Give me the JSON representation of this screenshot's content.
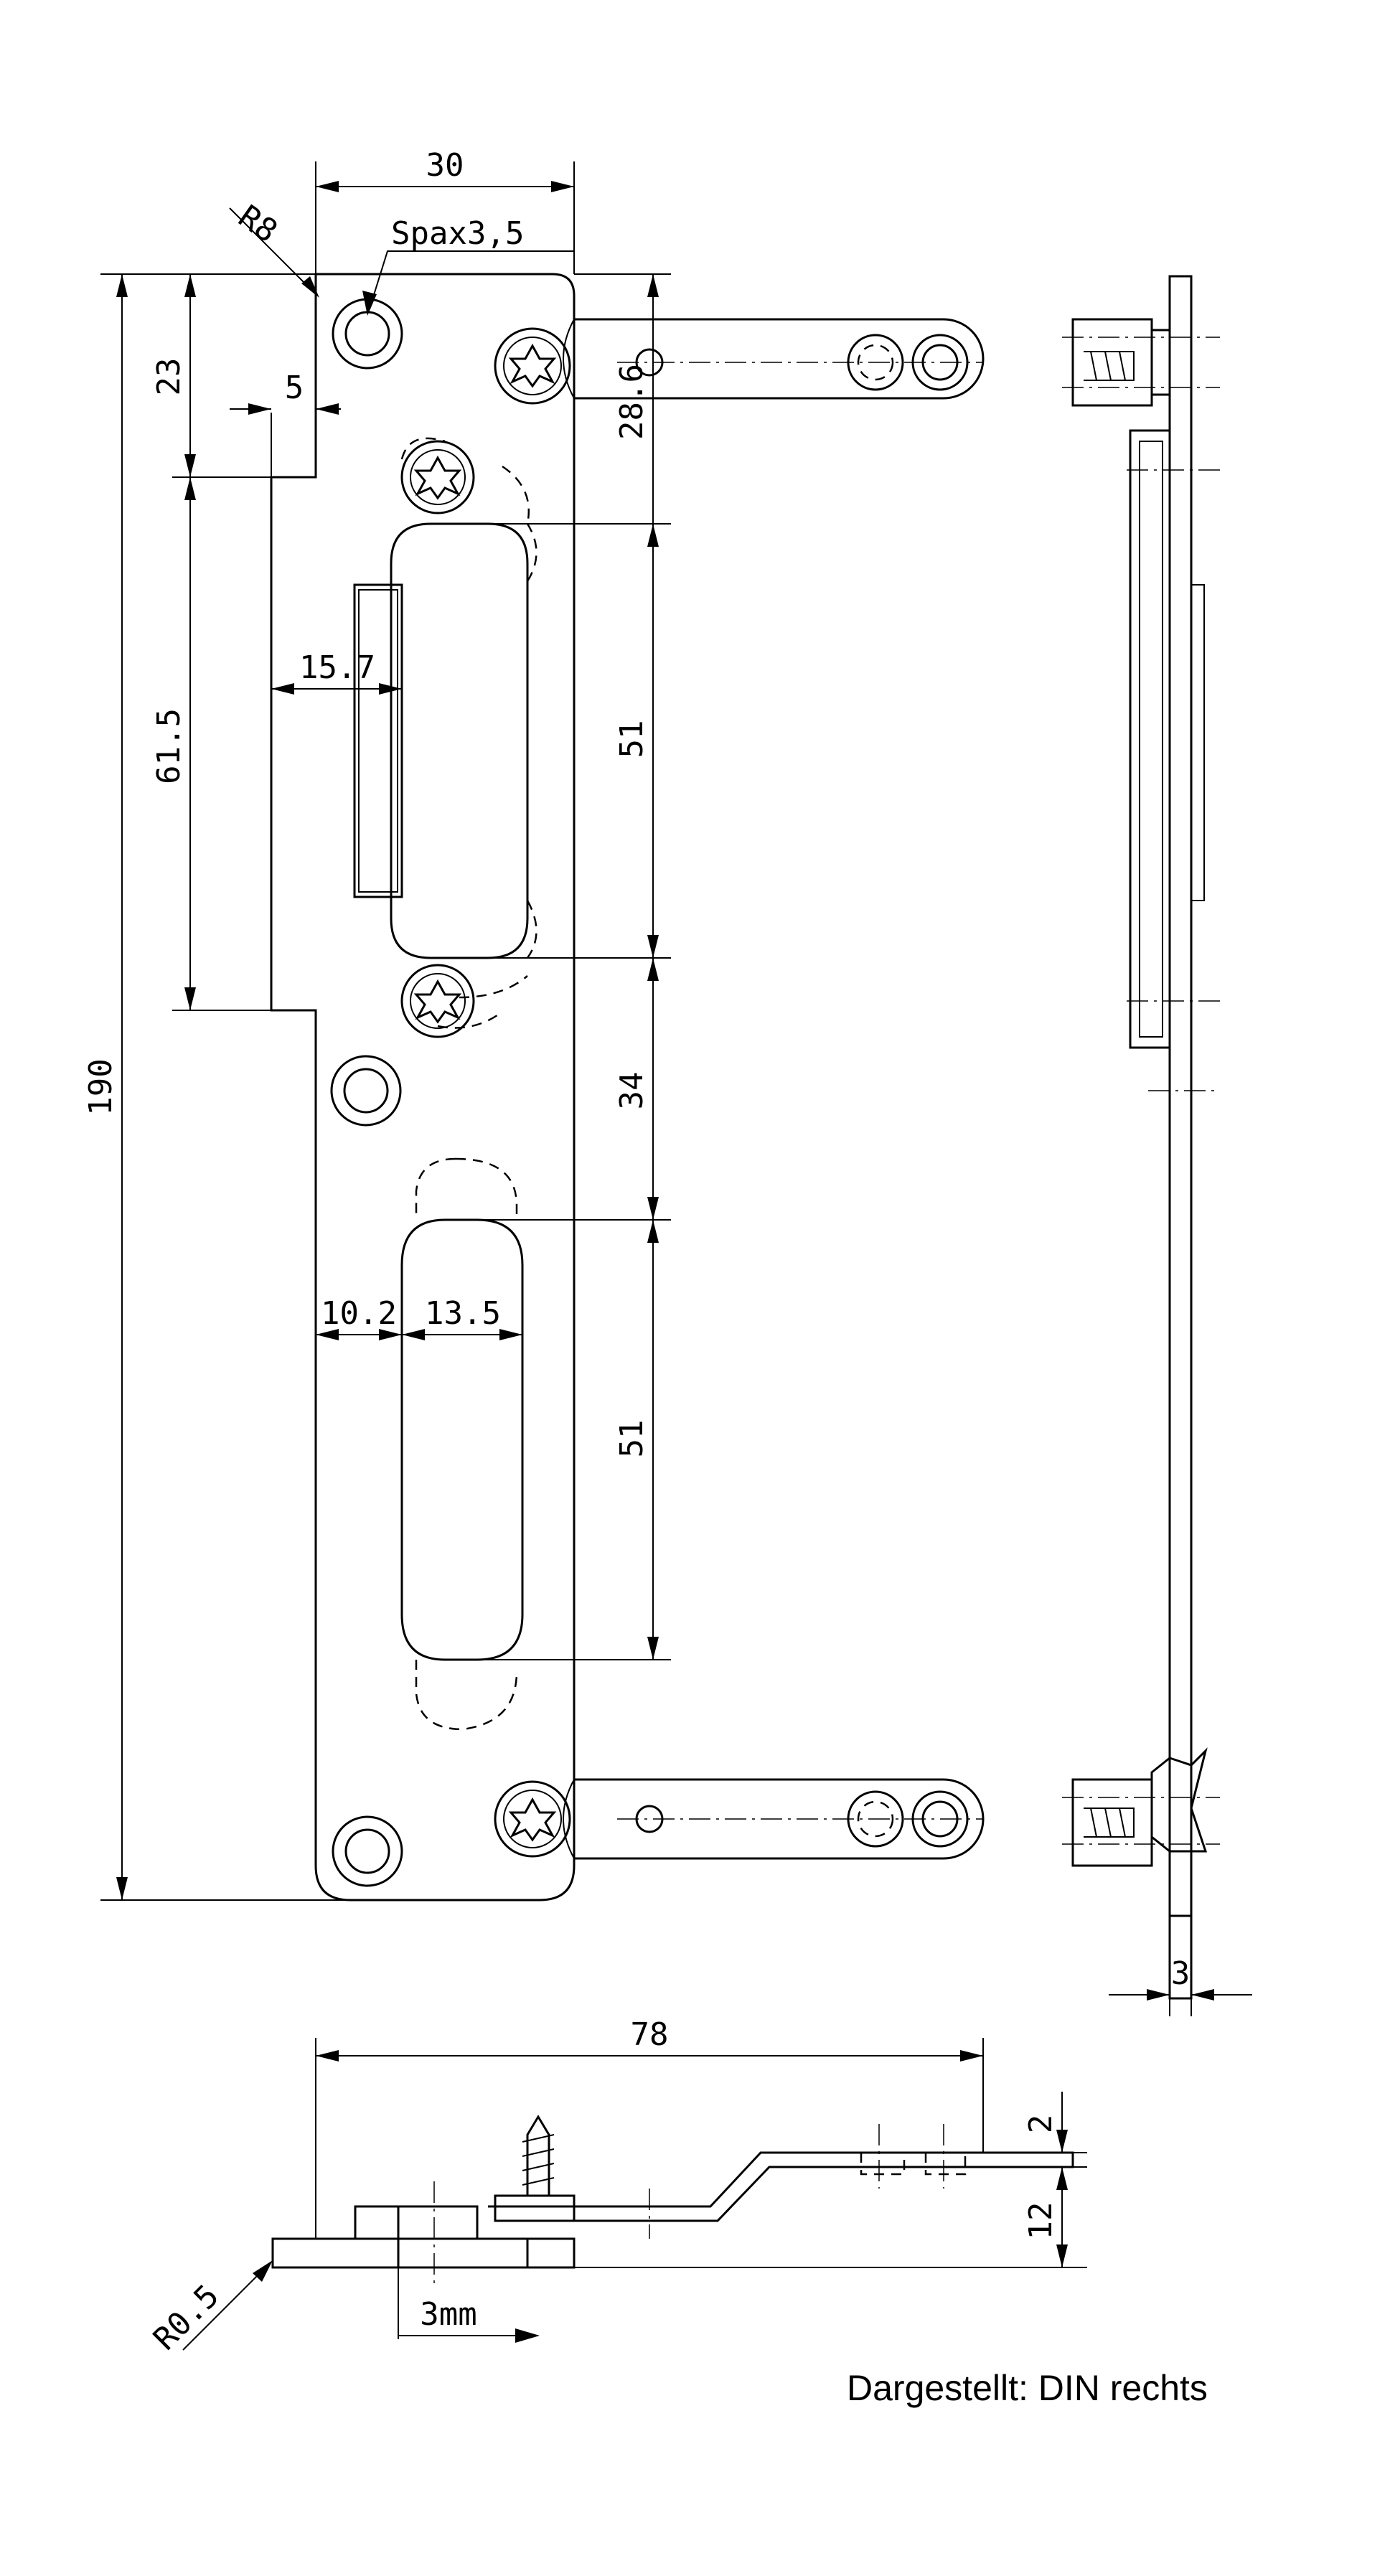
{
  "dimensions": {
    "width_top": "30",
    "radius": "R8",
    "screw": "Spax3,5",
    "offset_23": "23",
    "offset_5": "5",
    "keeper_28_6": "28.6",
    "height_61_5": "61.5",
    "depth_15_7": "15.7",
    "slot_51_upper": "51",
    "height_190": "190",
    "gap_34": "34",
    "edge_10_2": "10.2",
    "slot_13_5": "13.5",
    "slot_51_lower": "51",
    "thickness_3": "3",
    "length_78": "78",
    "step_2": "2",
    "step_12": "12",
    "radius_r0_5": "R0.5",
    "shift_3mm": "3mm"
  },
  "caption": "Dargestellt: DIN rechts"
}
